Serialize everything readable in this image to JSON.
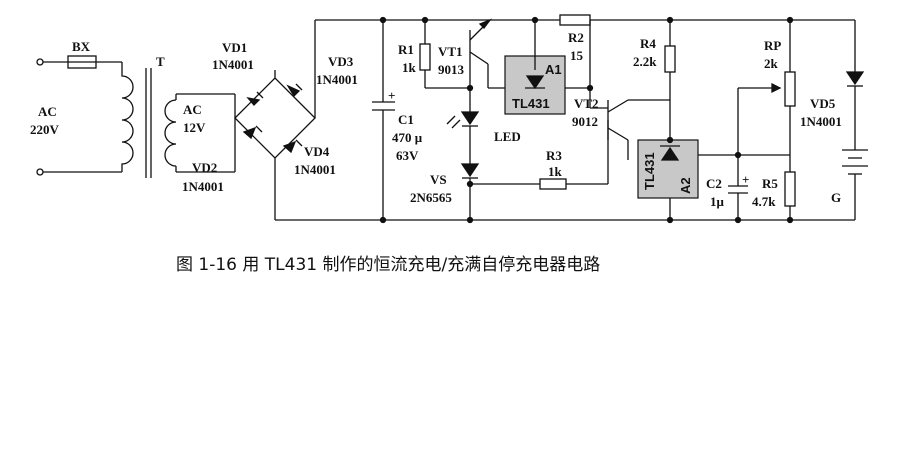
{
  "labels": {
    "bx": "BX",
    "t": "T",
    "ac_in": "AC",
    "ac_in_v": "220V",
    "ac_sec": "AC",
    "ac_sec_v": "12V",
    "vd1": "VD1",
    "vd1_p": "1N4001",
    "vd2": "VD2",
    "vd2_p": "1N4001",
    "vd3": "VD3",
    "vd3_p": "1N4001",
    "vd4": "VD4",
    "vd4_p": "1N4001",
    "r1": "R1",
    "r1_v": "1k",
    "vt1": "VT1",
    "vt1_p": "9013",
    "c1": "C1",
    "c1_v": "470 μ",
    "c1_v2": "63V",
    "plus1": "+",
    "r2": "R2",
    "r2_v": "15",
    "a1": "A1",
    "tl431_a": "TL431",
    "led": "LED",
    "vt2": "VT2",
    "vt2_p": "9012",
    "vs": "VS",
    "vs_p": "2N6565",
    "r3": "R3",
    "r3_v": "1k",
    "r4": "R4",
    "r4_v": "2.2k",
    "tl431_b": "TL431",
    "a2": "A2",
    "c2": "C2",
    "c2_v": "1μ",
    "plus2": "+",
    "rp": "RP",
    "rp_v": "2k",
    "r5": "R5",
    "r5_v": "4.7k",
    "vd5": "VD5",
    "vd5_p": "1N4001",
    "g": "G"
  },
  "caption": "图 1-16    用 TL431 制作的恒流充电/充满自停充电器电路"
}
